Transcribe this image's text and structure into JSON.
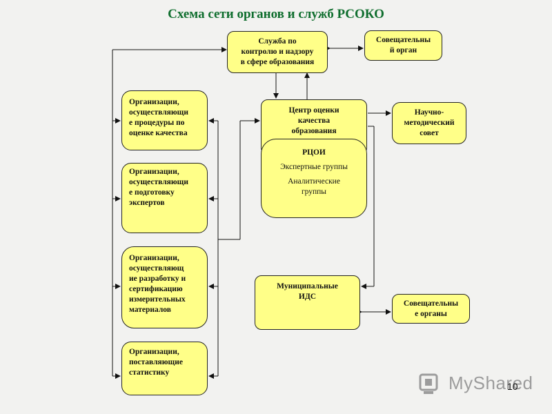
{
  "title": "Схема сети органов и служб  РСОКО",
  "nodes": {
    "sluzhba": "Служба по\nконтролю и надзору\nв сфере образования",
    "sovesh_top": "Совещательны\nй орган",
    "centr": "Центр оценки\nкачества\nобразования",
    "nauchno": "Научно-\nметодический\nсовет",
    "rcoi": "РЦОИ",
    "expert": "Экспертные группы",
    "analit": "Аналитические\nгруппы",
    "org1": "Организации,\nосуществляющи\nе процедуры по\nоценке качества",
    "org2": "Организации,\nосуществляющи\nе подготовку\nэкспертов",
    "org3": "Организации,\nосуществляющ\nие разработку и\nсертификацию\nизмерительных\nматериалов",
    "org4": "Организации,\nпоставляющие\nстатистику",
    "munic": "Муниципальные\nИДС",
    "sovesh_bottom": "Совещательны\nе органы"
  },
  "watermark": "MyShared",
  "page_number": "10",
  "colors": {
    "box_fill": "#ffff88",
    "title": "#0f6e2e",
    "line": "#111111"
  }
}
